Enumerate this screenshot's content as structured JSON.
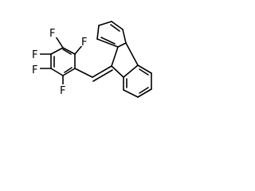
{
  "atom_labels": {
    "f1": "F",
    "f2": "F",
    "f3": "F",
    "f4": "F",
    "f5": "F"
  }
}
